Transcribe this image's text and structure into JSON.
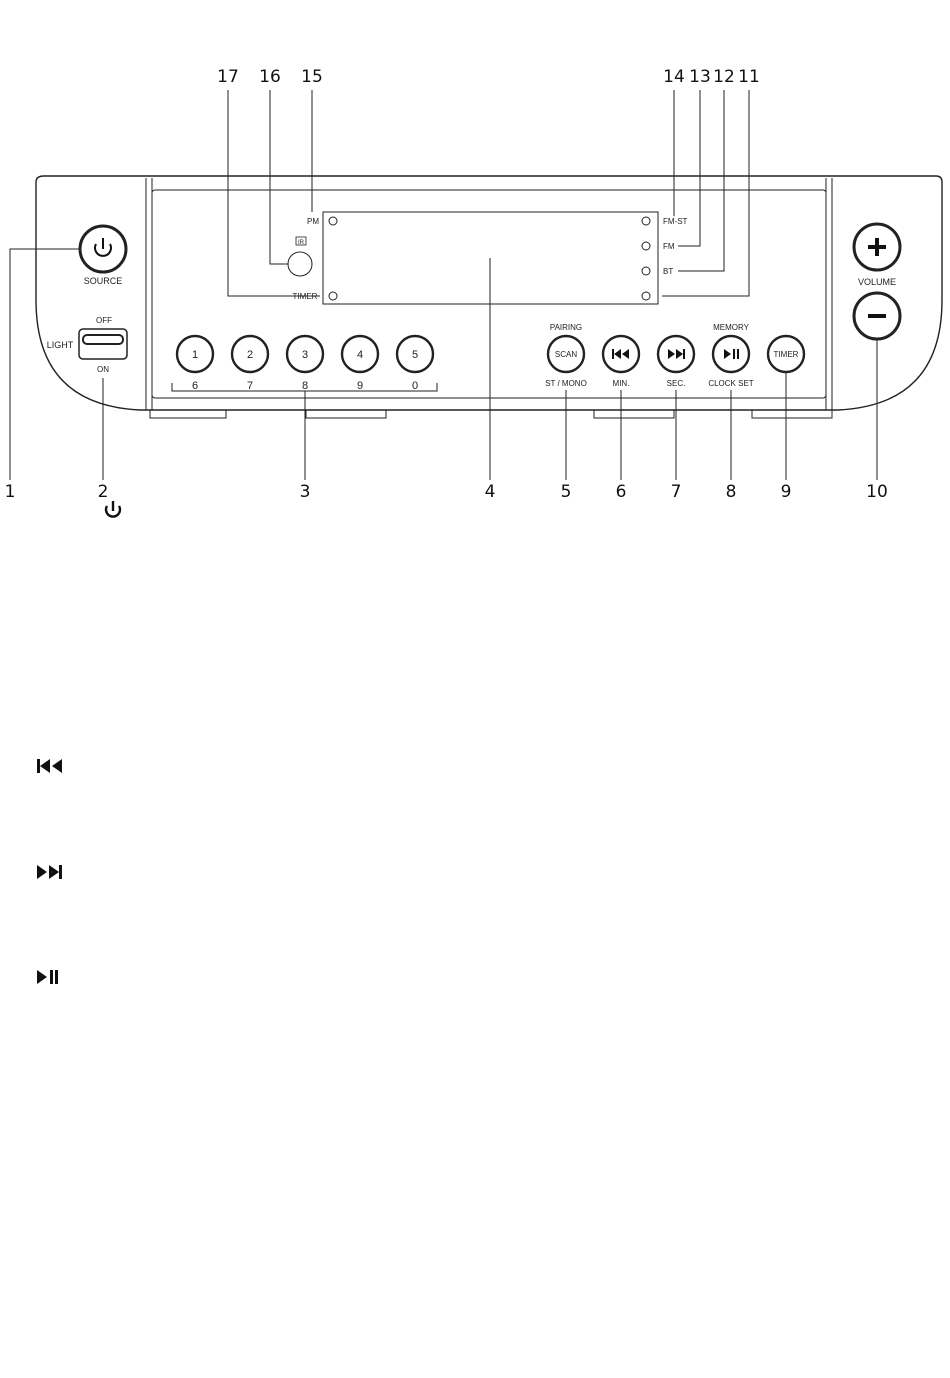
{
  "top_callouts": [
    "17",
    "16",
    "15",
    "14",
    "13",
    "12",
    "11"
  ],
  "bottom_callouts": [
    "1",
    "2",
    "3",
    "4",
    "5",
    "6",
    "7",
    "8",
    "9",
    "10"
  ],
  "left_panel": {
    "source_label": "SOURCE",
    "light_label": "LIGHT",
    "off_label": "OFF",
    "on_label": "ON"
  },
  "display": {
    "pm_label": "PM",
    "timer_label": "TIMER",
    "ir_label": "IR",
    "fmst_label": "FM-ST",
    "fm_label": "FM",
    "bt_label": "BT"
  },
  "presets": {
    "top": [
      "1",
      "2",
      "3",
      "4",
      "5"
    ],
    "bottom": [
      "6",
      "7",
      "8",
      "9",
      "0"
    ]
  },
  "controls": {
    "pairing_label": "PAIRING",
    "scan_label": "SCAN",
    "st_mono_label": "ST / MONO",
    "min_label": "MIN.",
    "sec_label": "SEC.",
    "memory_label": "MEMORY",
    "clock_set_label": "CLOCK SET",
    "timer_button_label": "TIMER"
  },
  "right_panel": {
    "volume_label": "VOLUME"
  },
  "icon_legend": [
    "previous-icon",
    "next-icon",
    "play-pause-icon"
  ]
}
